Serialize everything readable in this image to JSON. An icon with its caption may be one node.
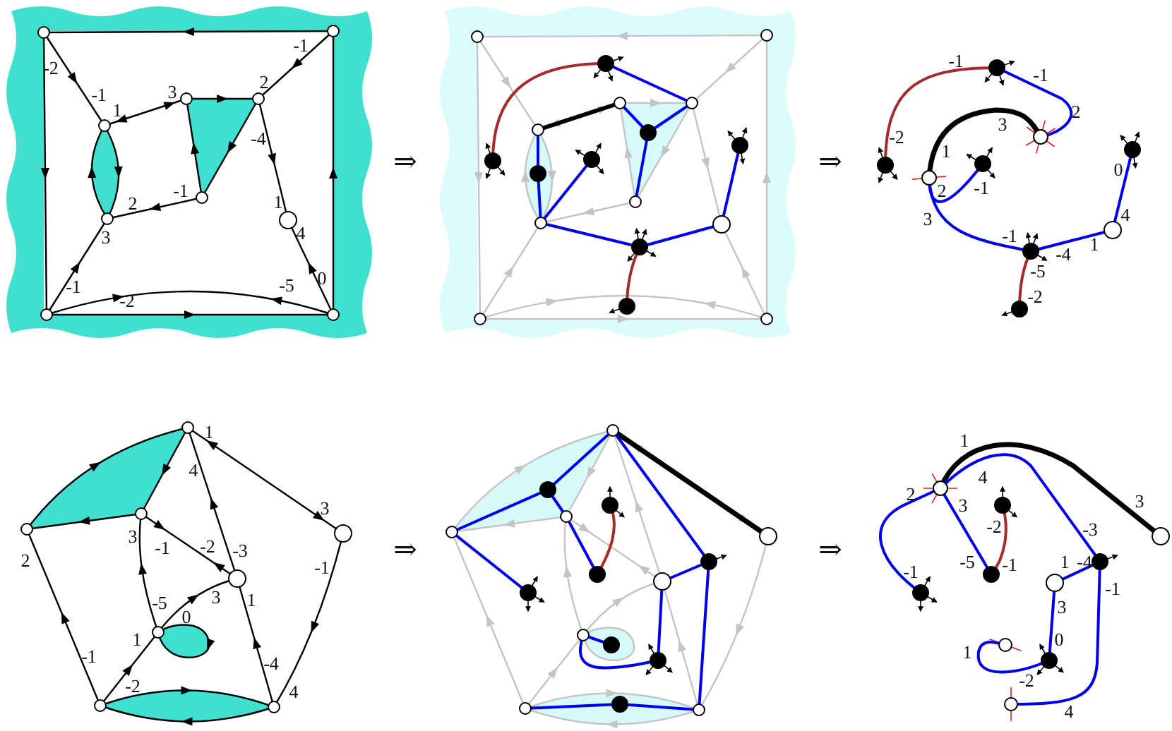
{
  "diagram": {
    "labels": [
      "-2",
      "-1",
      "1",
      "3",
      "2",
      "-1",
      "-4",
      "-1",
      "2",
      "3",
      "1",
      "4",
      "0",
      "-1",
      "-5",
      "-2",
      "⇒",
      "⇒",
      "-1",
      "-1",
      "2",
      "3",
      "-2",
      "1",
      "2",
      "-1",
      "0",
      "3",
      "4",
      "-1",
      "1",
      "-4",
      "-5",
      "-2",
      "1",
      "4",
      "3",
      "2",
      "3",
      "-1",
      "-2",
      "-3",
      "-1",
      "-5",
      "3",
      "1",
      "0",
      "1",
      "-1",
      "-4",
      "-2",
      "4",
      "⇒",
      "⇒",
      "1",
      "4",
      "2",
      "3",
      "3",
      "-2",
      "-3",
      "-5",
      "-1",
      "1",
      "-4",
      "-1",
      "-1",
      "3",
      "0",
      "1",
      "-2",
      "4"
    ]
  }
}
